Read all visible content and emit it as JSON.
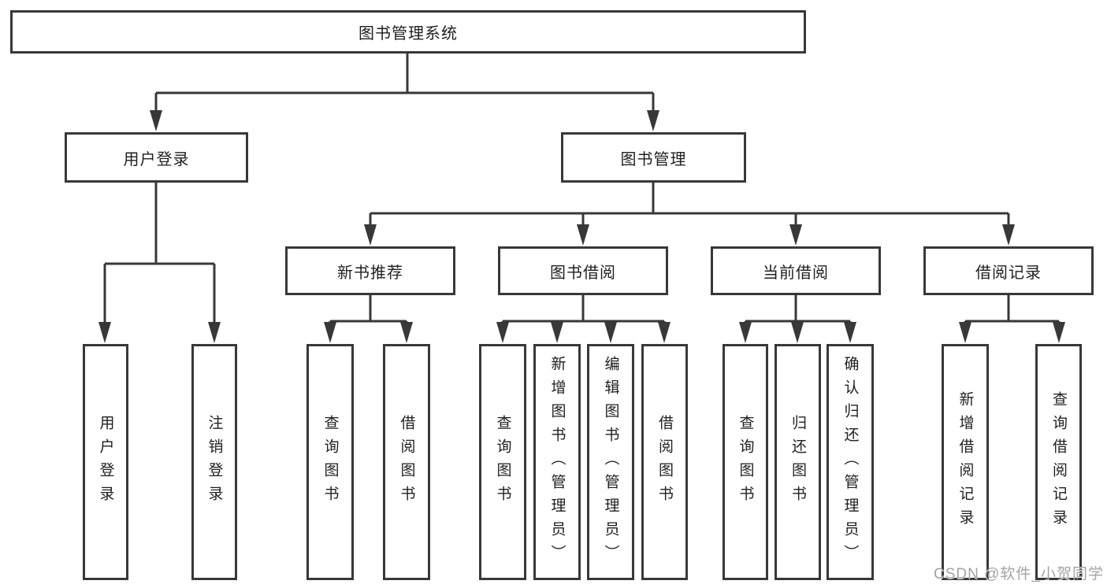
{
  "diagram": {
    "root": {
      "label": "图书管理系统"
    },
    "user_login_branch": {
      "label": "用户登录",
      "children": [
        {
          "label": "用户登录"
        },
        {
          "label": "注销登录"
        }
      ]
    },
    "book_mgmt_branch": {
      "label": "图书管理",
      "groups": [
        {
          "label": "新书推荐",
          "children": [
            {
              "label": "查询图书"
            },
            {
              "label": "借阅图书"
            }
          ]
        },
        {
          "label": "图书借阅",
          "children": [
            {
              "label": "查询图书"
            },
            {
              "label": "新增图书（管理员）"
            },
            {
              "label": "编辑图书（管理员）"
            },
            {
              "label": "借阅图书"
            }
          ]
        },
        {
          "label": "当前借阅",
          "children": [
            {
              "label": "查询图书"
            },
            {
              "label": "归还图书"
            },
            {
              "label": "确认归还（管理员）"
            }
          ]
        },
        {
          "label": "借阅记录",
          "children": [
            {
              "label": "新增借阅记录"
            },
            {
              "label": "查询借阅记录"
            }
          ]
        }
      ]
    }
  },
  "watermark": "CSDN @软件_小贺同学",
  "colors": {
    "line": "#383838",
    "box_border": "#383838",
    "text": "#1f1f1f",
    "watermark": "#9e9e9e",
    "background": "#ffffff"
  }
}
